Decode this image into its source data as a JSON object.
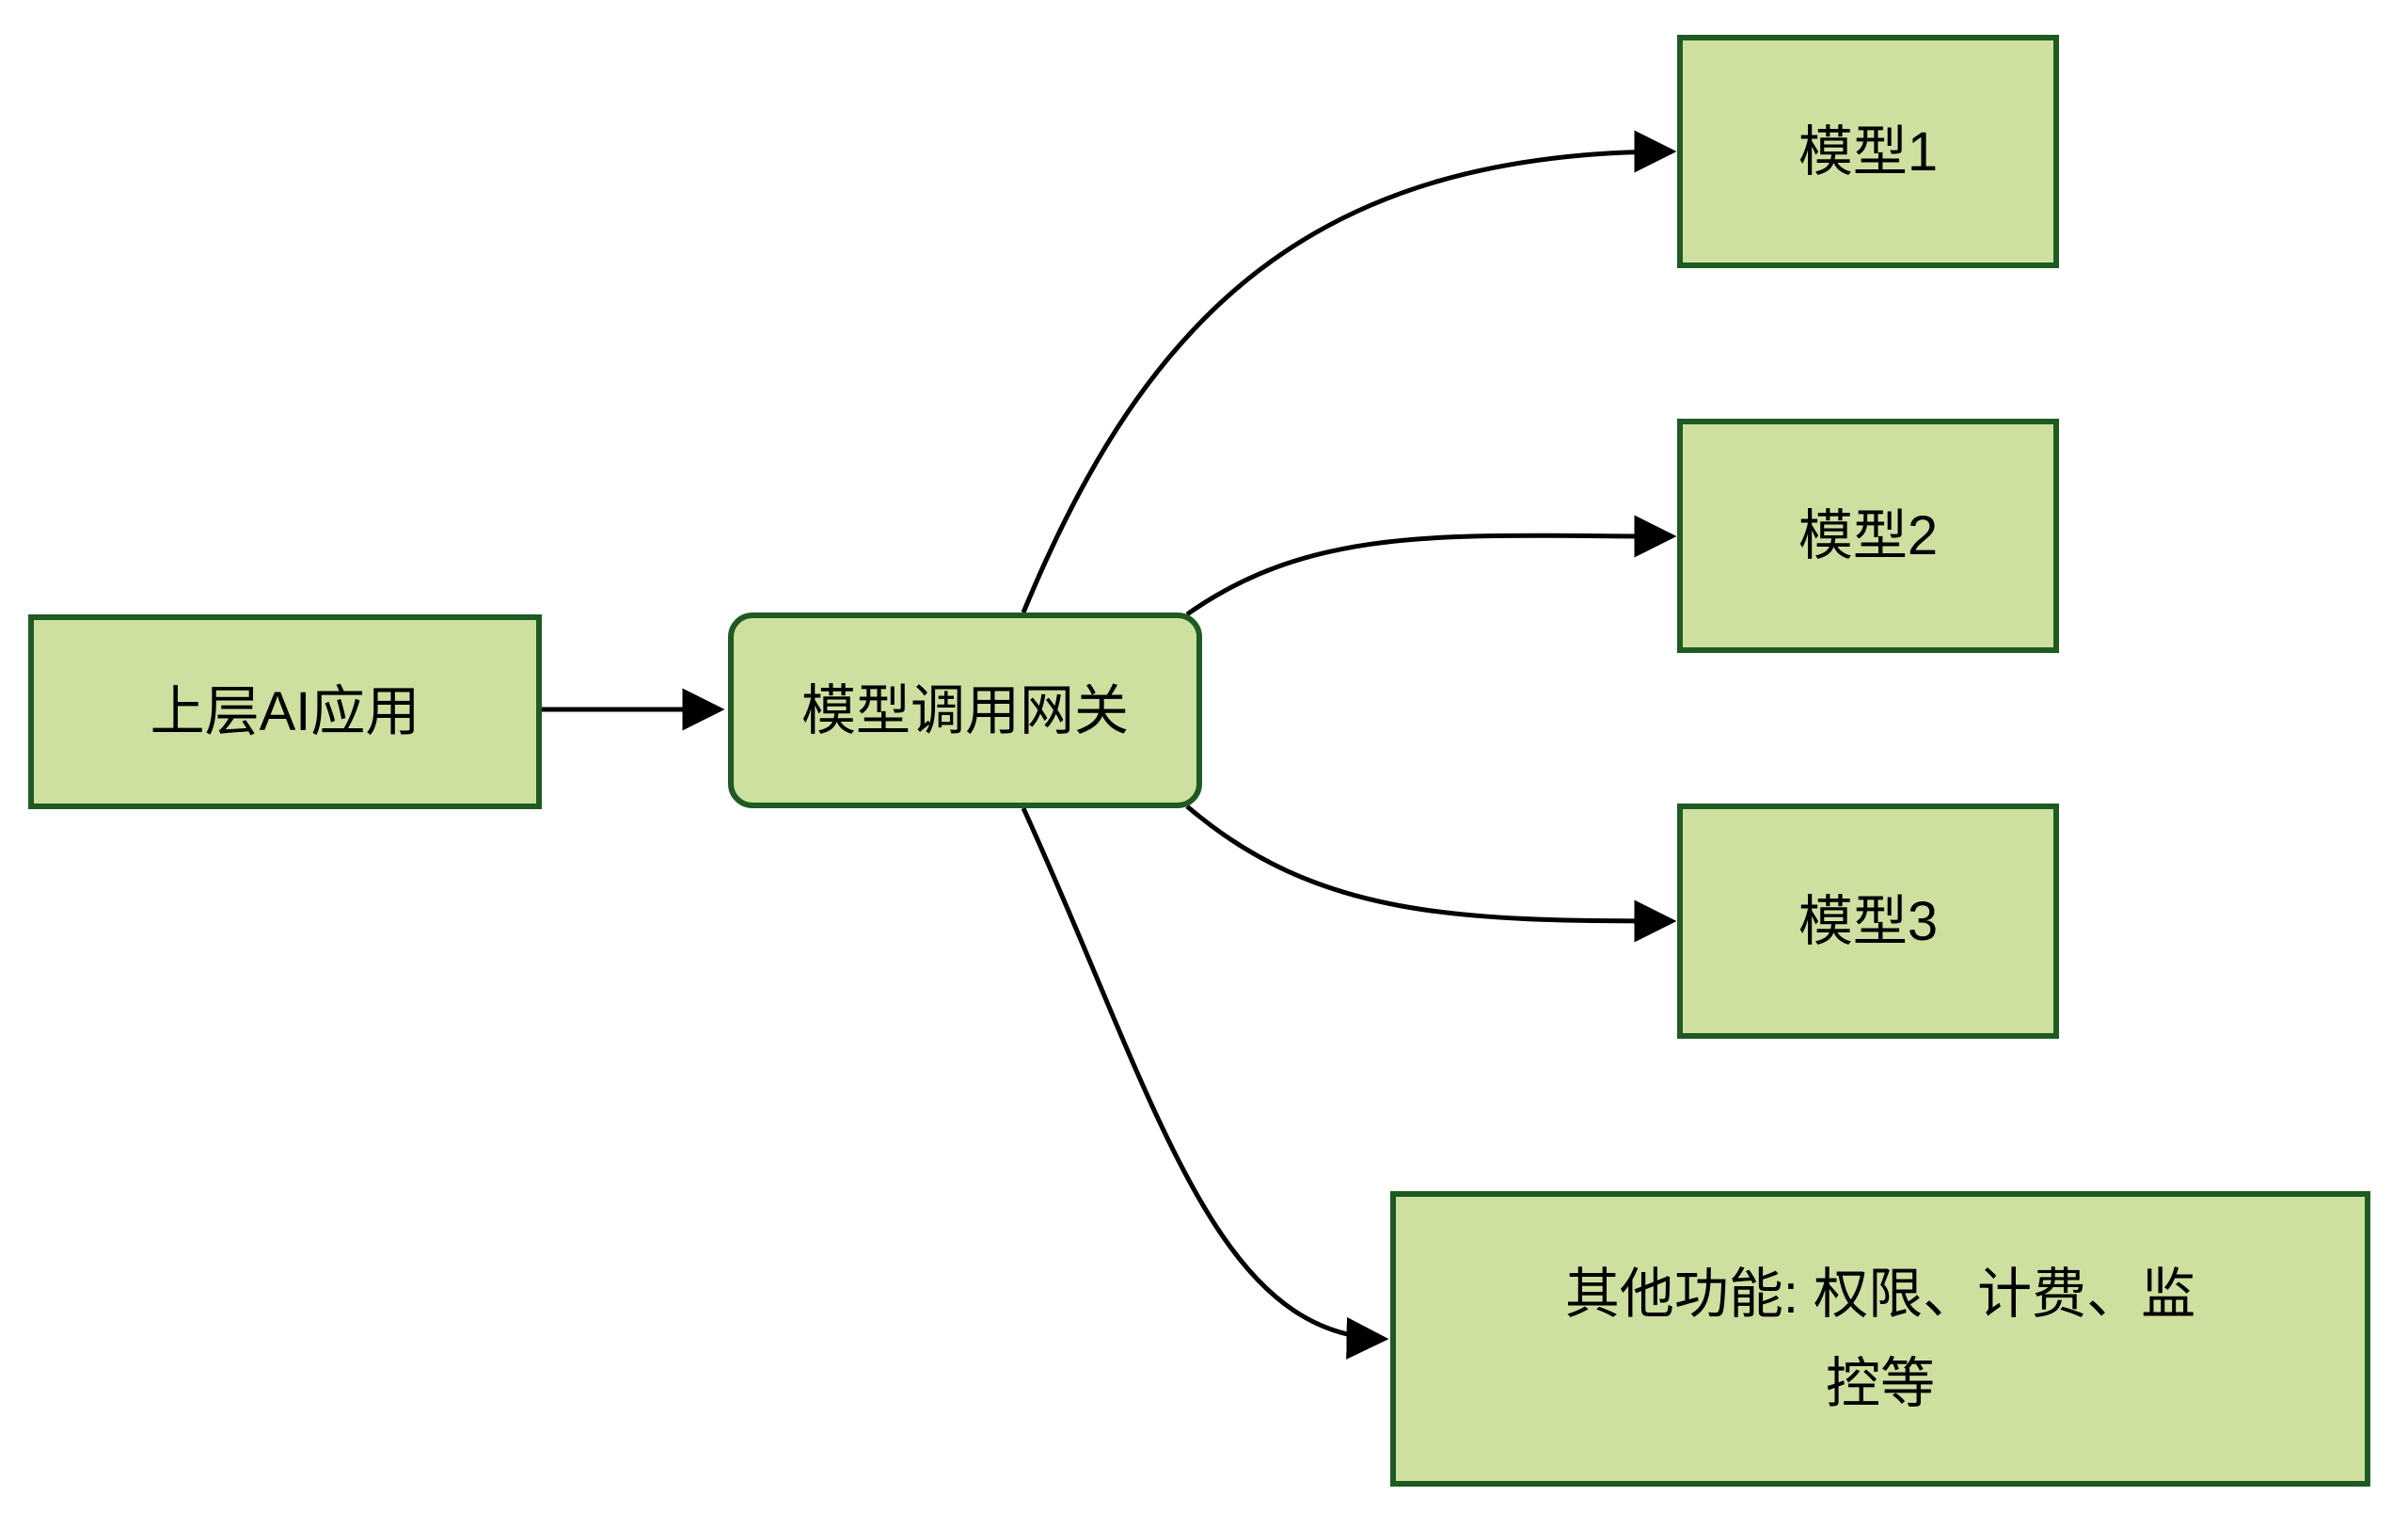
{
  "diagram": {
    "background_color": "#ffffff",
    "node_fill_color": "#cde09f",
    "node_border_color": "#1e5a21",
    "edge_color": "#000000",
    "text_color": "#000000",
    "nodes": {
      "app": {
        "label": "上层AI应用"
      },
      "gateway": {
        "label": "模型调用网关"
      },
      "model1": {
        "label": "模型1"
      },
      "model2": {
        "label": "模型2"
      },
      "model3": {
        "label": "模型3"
      },
      "other": {
        "label": "其他功能: 权限、计费、监控等",
        "label_line1": "其他功能: 权限、计费、监",
        "label_line2": "控等"
      }
    },
    "edges": [
      {
        "from": "app",
        "to": "gateway"
      },
      {
        "from": "gateway",
        "to": "model1"
      },
      {
        "from": "gateway",
        "to": "model2"
      },
      {
        "from": "gateway",
        "to": "model3"
      },
      {
        "from": "gateway",
        "to": "other"
      }
    ]
  }
}
